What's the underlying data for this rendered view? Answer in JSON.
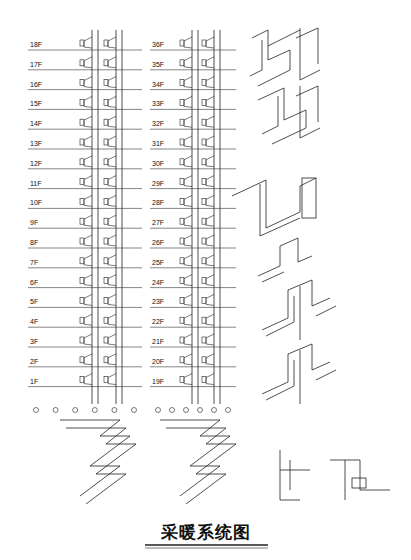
{
  "diagram": {
    "title": "采暖系统图",
    "labels": [
      "18F",
      "17F",
      "16F",
      "15F",
      "14F",
      "13F",
      "12F",
      "11F",
      "10F",
      "9F",
      "8F",
      "7F",
      "6F",
      "5F",
      "4F",
      "3F",
      "2F",
      "1F",
      "36F",
      "35F",
      "34F",
      "33F",
      "32F",
      "31F",
      "30F",
      "29F",
      "28F",
      "27F",
      "26F",
      "25F",
      "24F",
      "23F",
      "22F",
      "21F",
      "20F",
      "19F"
    ]
  }
}
